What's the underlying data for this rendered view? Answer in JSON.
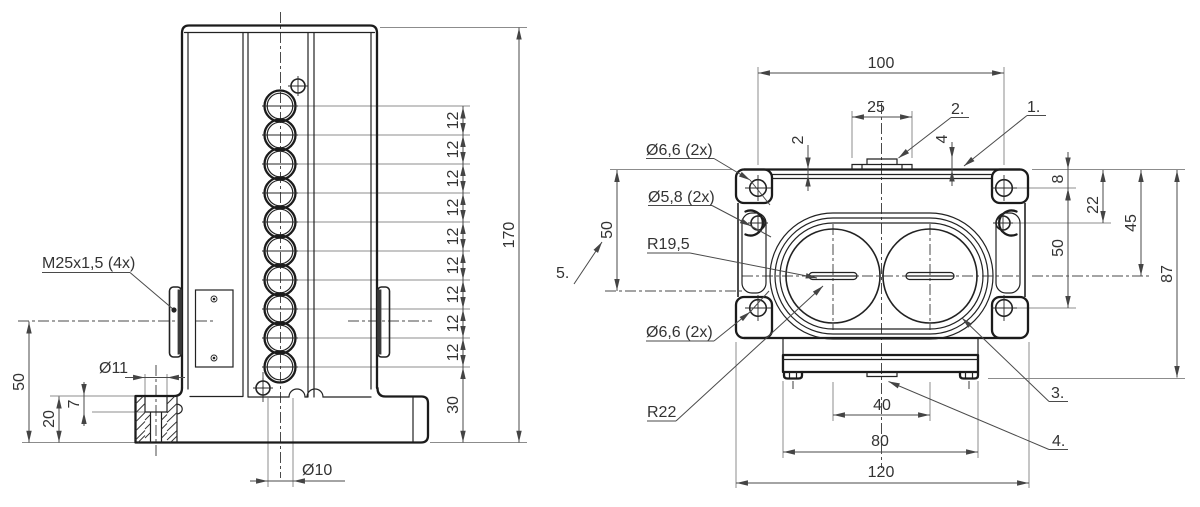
{
  "drawing": {
    "left_view": {
      "thread_label": "M25x1,5 (4x)",
      "counterbore_dia": "Ø11",
      "counterbore_depth": "7",
      "foot_height": "20",
      "center_to_base": "50",
      "pitch": [
        "12",
        "12",
        "12",
        "12",
        "12",
        "12",
        "12",
        "12",
        "12"
      ],
      "bottom_offset": "30",
      "overall_height": "170",
      "bottom_hole_dia": "Ø10"
    },
    "right_view": {
      "hole_spacing_x": "100",
      "tab_width": "25",
      "step_height": "2",
      "tab_height": "4",
      "edge_to_hole": "8",
      "edge_to_hole2": "22",
      "edge_to_bore_center": "45",
      "hole_spacing_y": "50",
      "edge_to_centerline": "50",
      "overall_height": "87",
      "bore_spacing": "40",
      "strip_width": "80",
      "overall_width": "120",
      "corner_hole_top": "Ø6,6 (2x)",
      "mid_hole": "Ø5,8 (2x)",
      "bore_radius": "R19,5",
      "corner_hole_bottom": "Ø6,6 (2x)",
      "boss_radius": "R22",
      "callout_1": "1.",
      "callout_2": "2.",
      "callout_3": "3.",
      "callout_4": "4.",
      "callout_5": "5."
    },
    "colors": {
      "line": "#222222",
      "dimension": "#4a4a4a",
      "background": "#ffffff"
    }
  }
}
